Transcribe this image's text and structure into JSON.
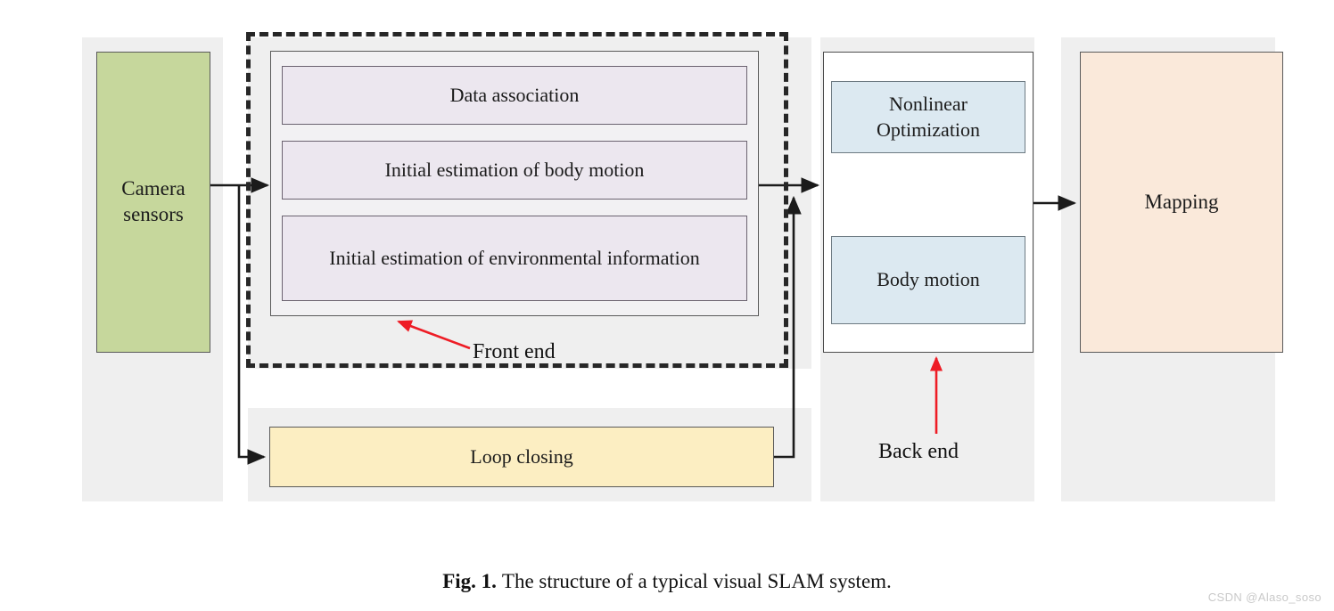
{
  "figure": {
    "caption_number": "Fig. 1.",
    "caption_text": "The structure of a typical visual SLAM system.",
    "watermark": "CSDN @Alaso_soso"
  },
  "colors": {
    "panel_background": "#efefef",
    "camera_fill": "#c6d79c",
    "frontend_subbox_fill": "#ece7ef",
    "backend_box_fill": "#dce9f1",
    "loop_closing_fill": "#fceec2",
    "mapping_fill": "#fae9da",
    "annotation_arrow": "#ee1c25",
    "connector_line": "#1b1b1b",
    "box_border": "#5a5a5a"
  },
  "nodes": {
    "camera": {
      "label": "Camera\nsensors",
      "line1": "Camera",
      "line2": "sensors"
    },
    "frontend": {
      "annotation": "Front end",
      "items": [
        {
          "label": "Data association"
        },
        {
          "label": "Initial estimation of body motion"
        },
        {
          "label": "Initial estimation of environmental information"
        }
      ]
    },
    "backend": {
      "annotation": "Back end",
      "items": [
        {
          "label": "Nonlinear Optimization",
          "line1": "Nonlinear",
          "line2": "Optimization"
        },
        {
          "label": "Body motion"
        }
      ]
    },
    "loop_closing": {
      "label": "Loop closing"
    },
    "mapping": {
      "label": "Mapping"
    }
  },
  "edges": [
    {
      "from": "camera",
      "to": "frontend",
      "style": "solid-arrow"
    },
    {
      "from": "camera",
      "to": "loop_closing",
      "style": "solid-arrow"
    },
    {
      "from": "frontend",
      "to": "backend",
      "style": "solid-arrow"
    },
    {
      "from": "loop_closing",
      "to": "backend",
      "style": "solid-arrow"
    },
    {
      "from": "backend",
      "to": "mapping",
      "style": "solid-arrow"
    }
  ],
  "annotations": [
    {
      "label": "Front end",
      "target": "frontend",
      "arrow_color": "#ee1c25"
    },
    {
      "label": "Back end",
      "target": "backend",
      "arrow_color": "#ee1c25"
    }
  ]
}
